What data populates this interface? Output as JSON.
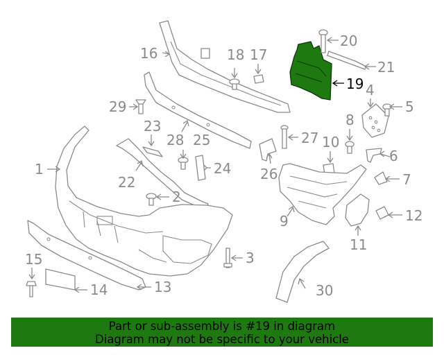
{
  "highlighted_part": "19",
  "highlight_color": "#1e7a10",
  "banner": {
    "line1": "Part or sub-assembly is #19 in diagram",
    "line2": "Diagram may not be specific to your vehicle"
  },
  "callouts": {
    "c1": "1",
    "c2": "2",
    "c3": "3",
    "c4": "4",
    "c5": "5",
    "c6": "6",
    "c7": "7",
    "c8": "8",
    "c9": "9",
    "c10": "10",
    "c11": "11",
    "c12": "12",
    "c13": "13",
    "c14": "14",
    "c15": "15",
    "c16": "16",
    "c17": "17",
    "c18": "18",
    "c19": "19",
    "c20": "20",
    "c21": "21",
    "c22": "22",
    "c23": "23",
    "c24": "24",
    "c25": "25",
    "c26": "26",
    "c27": "27",
    "c28": "28",
    "c29": "29",
    "c30": "30"
  }
}
